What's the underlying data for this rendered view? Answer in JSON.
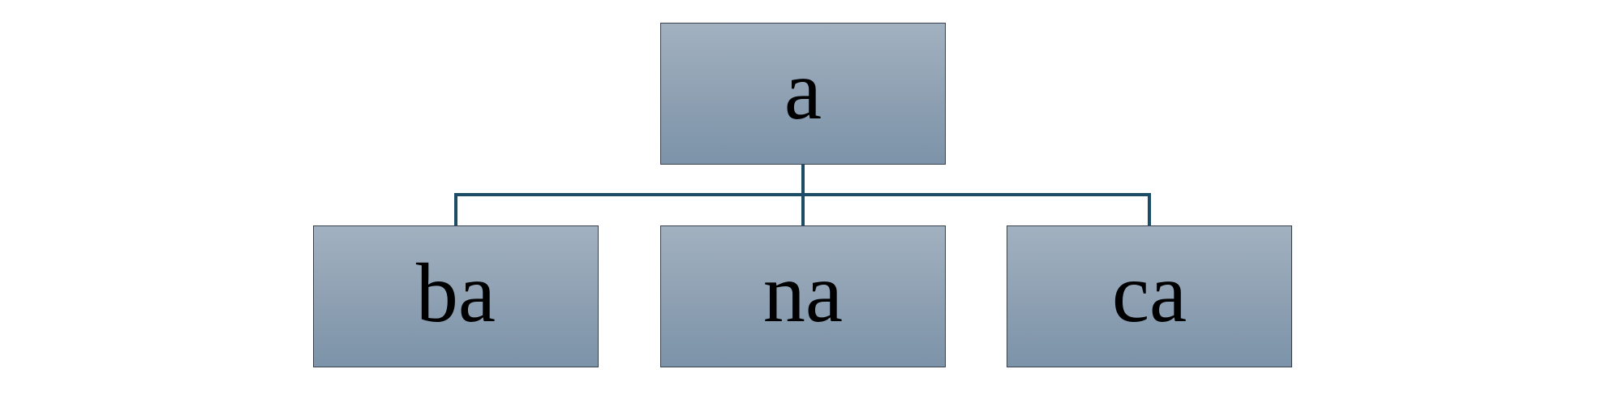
{
  "diagram": {
    "root": {
      "label": "a"
    },
    "children": [
      {
        "label": "ba"
      },
      {
        "label": "na"
      },
      {
        "label": "ca"
      }
    ],
    "colors": {
      "box_top": "#a2b1c0",
      "box_bottom": "#7c93a9",
      "box_border": "#3a4250",
      "connector": "#1d4d66",
      "text": "#000000"
    }
  }
}
